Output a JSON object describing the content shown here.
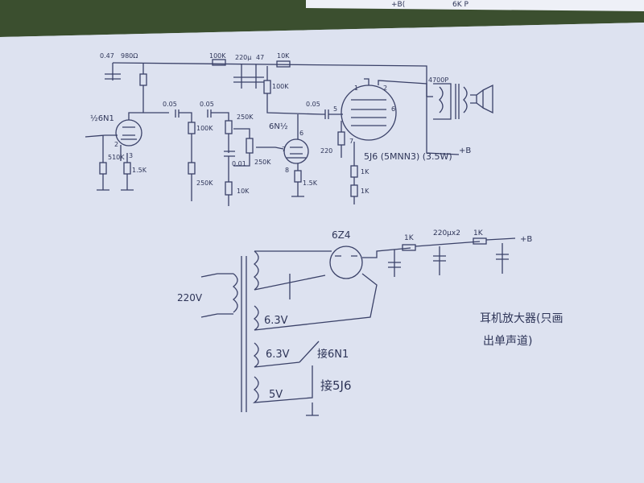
{
  "top_strip": {
    "text_a": "+B(",
    "text_b": "6K P"
  },
  "amp": {
    "c047": "0.47",
    "r980": "980Ω",
    "r100k_top": "100K",
    "c220": "220μ",
    "c47": "47",
    "r10k_top": "10K",
    "r100k_plate": "100K",
    "c005_a": "0.05",
    "c005_b": "0.05",
    "c005_c": "0.05",
    "tube1": "½6N1",
    "pin2": "2",
    "pin3": "3",
    "r510k": "510K",
    "r15k_a": "1.5K",
    "r100k_mid": "100K",
    "r250k_a": "250K",
    "r250k_b": "250K",
    "r250k_c": "250K",
    "c001": "0.01",
    "r10k_mid": "10K",
    "tube2": "6N½",
    "pin6": "6",
    "pin7": "7",
    "pin8": "8",
    "r15k_b": "1.5K",
    "out_pin5": "5",
    "out_pin6": "6",
    "out_pin1": "1",
    "out_pin2": "2",
    "out_pin7": "7",
    "r220k": "220",
    "r1k_a": "1K",
    "r1k_b": "1K",
    "out_tube": "5J6 (5MNN3) (3.5W)",
    "c4700": "4700P",
    "plus_b": "+B"
  },
  "psu": {
    "rect_tube": "6Z4",
    "r1k": "1K",
    "filter": "220μx2",
    "r1k_b": "1K",
    "plus_b": "+B",
    "mains": "220V",
    "w63": "6.3V",
    "w63b": "6.3V",
    "to_6n1": "接6N1",
    "w5v": "5V",
    "to_5j6": "接5J6"
  },
  "note_line1": "耳机放大器(只画",
  "note_line2": "出单声道)"
}
